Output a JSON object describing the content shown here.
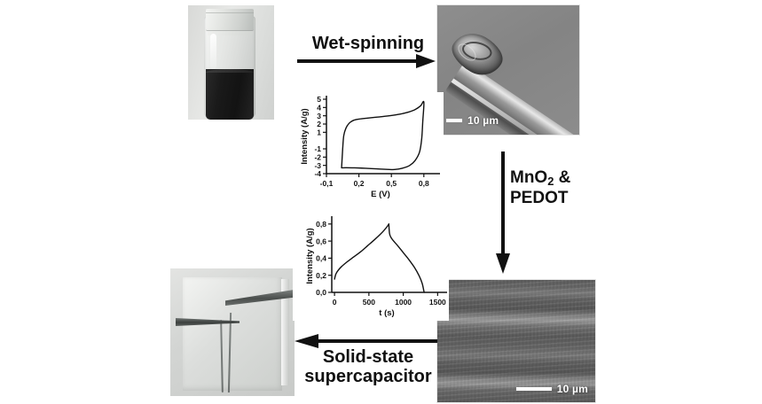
{
  "figure": {
    "type": "graphical-abstract",
    "background_color": "#ffffff",
    "accent_color": "#111111"
  },
  "process_steps": [
    {
      "id": "wet-spinning",
      "label": "Wet-spinning",
      "direction": "right"
    },
    {
      "id": "mno2-pedot",
      "label_line1": "MnO",
      "label_sub": "2",
      "label_line1_tail": " &",
      "label_line2": "PEDOT",
      "direction": "down"
    },
    {
      "id": "solid-state",
      "label_line1": "Solid-state",
      "label_line2": "supercapacitor",
      "direction": "left"
    }
  ],
  "panels": {
    "vial": {
      "name": "dispersion-vial-photo",
      "caption": ""
    },
    "sem_top": {
      "name": "sem-fiber-tip",
      "scalebar_label": "10 µm"
    },
    "sem_bottom": {
      "name": "sem-coated-fiber",
      "scalebar_label": "10 µm"
    },
    "device": {
      "name": "fiber-supercapacitor-photo",
      "caption": ""
    }
  },
  "chart_data": [
    {
      "id": "cv",
      "type": "line",
      "title": "",
      "xlabel": "E (V)",
      "ylabel": "Intensity (A/g)",
      "xlim": [
        -0.1,
        0.9
      ],
      "ylim": [
        -4,
        5
      ],
      "xticks": [
        -0.1,
        0.2,
        0.5,
        0.8
      ],
      "xticklabels": [
        "-0,1",
        "0,2",
        "0,5",
        "0,8"
      ],
      "yticks": [
        -4,
        -3,
        -2,
        -1,
        1,
        2,
        3,
        4,
        5
      ],
      "yticklabels": [
        "-4",
        "-3",
        "-2",
        "-1",
        "1",
        "2",
        "3",
        "4",
        "5"
      ],
      "grid": false,
      "legend": null,
      "series": [
        {
          "name": "cyclic voltammogram",
          "upper_sweep": [
            [
              0.04,
              -3.3
            ],
            [
              0.05,
              -1.0
            ],
            [
              0.06,
              0.6
            ],
            [
              0.08,
              1.5
            ],
            [
              0.11,
              2.1
            ],
            [
              0.15,
              2.45
            ],
            [
              0.2,
              2.6
            ],
            [
              0.28,
              2.72
            ],
            [
              0.38,
              2.85
            ],
            [
              0.48,
              3.0
            ],
            [
              0.58,
              3.2
            ],
            [
              0.66,
              3.45
            ],
            [
              0.72,
              3.75
            ],
            [
              0.77,
              4.2
            ],
            [
              0.8,
              4.65
            ]
          ],
          "lower_sweep": [
            [
              0.8,
              4.65
            ],
            [
              0.79,
              2.3
            ],
            [
              0.78,
              0.2
            ],
            [
              0.76,
              -1.4
            ],
            [
              0.72,
              -2.4
            ],
            [
              0.67,
              -3.0
            ],
            [
              0.6,
              -3.35
            ],
            [
              0.53,
              -3.5
            ],
            [
              0.46,
              -3.48
            ],
            [
              0.36,
              -3.42
            ],
            [
              0.26,
              -3.35
            ],
            [
              0.16,
              -3.3
            ],
            [
              0.08,
              -3.28
            ],
            [
              0.04,
              -3.3
            ]
          ]
        }
      ]
    },
    {
      "id": "gcd",
      "type": "line",
      "title": "",
      "xlabel": "t (s)",
      "ylabel": "Intensity (A/g)",
      "xlim": [
        -40,
        1560
      ],
      "ylim": [
        0.0,
        0.85
      ],
      "xticks": [
        0,
        500,
        1000,
        1500
      ],
      "xticklabels": [
        "0",
        "500",
        "1000",
        "1500"
      ],
      "yticks": [
        0.0,
        0.2,
        0.4,
        0.6,
        0.8
      ],
      "yticklabels": [
        "0,0",
        "0,2",
        "0,4",
        "0,6",
        "0,8"
      ],
      "grid": false,
      "legend": null,
      "series": [
        {
          "name": "charge-discharge",
          "charge": [
            [
              0,
              0.155
            ],
            [
              20,
              0.215
            ],
            [
              50,
              0.255
            ],
            [
              100,
              0.3
            ],
            [
              180,
              0.355
            ],
            [
              280,
              0.415
            ],
            [
              380,
              0.475
            ],
            [
              480,
              0.545
            ],
            [
              580,
              0.615
            ],
            [
              660,
              0.675
            ],
            [
              720,
              0.725
            ],
            [
              770,
              0.775
            ],
            [
              790,
              0.8
            ]
          ],
          "discharge": [
            [
              790,
              0.8
            ],
            [
              800,
              0.69
            ],
            [
              820,
              0.645
            ],
            [
              860,
              0.6
            ],
            [
              920,
              0.545
            ],
            [
              1000,
              0.465
            ],
            [
              1080,
              0.385
            ],
            [
              1160,
              0.295
            ],
            [
              1230,
              0.195
            ],
            [
              1275,
              0.105
            ],
            [
              1300,
              0.015
            ],
            [
              1305,
              0.0
            ]
          ]
        }
      ]
    }
  ]
}
